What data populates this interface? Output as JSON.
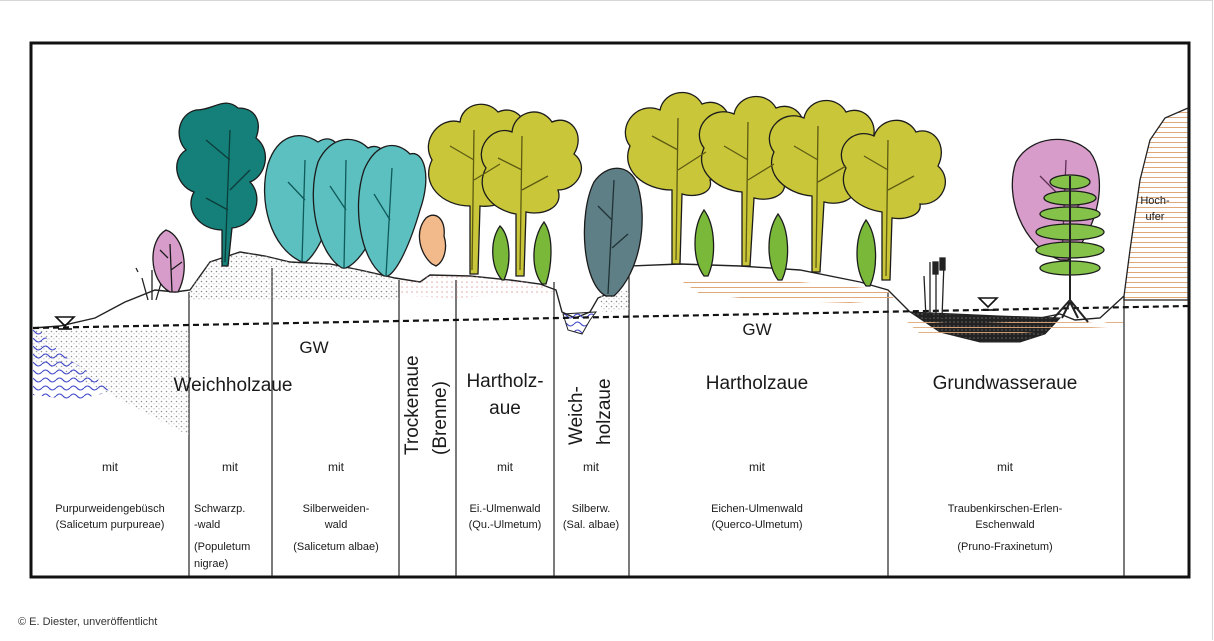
{
  "gw_label_1": "GW",
  "gw_label_2": "GW",
  "hochufer_line1": "Hoch-",
  "hochufer_line2": "ufer",
  "connector": "mit",
  "zones": [
    {
      "title": [
        "Weichholzaue"
      ],
      "community": [
        "Purpurweidengebüsch",
        "(Salicetum purpureae)"
      ]
    },
    {
      "title": [],
      "community": [
        "Schwarzp.",
        "-wald",
        "(Populetum",
        "nigrae)"
      ]
    },
    {
      "title": [],
      "community": [
        "Silberweiden-",
        "wald",
        "(Salicetum albae)"
      ]
    },
    {
      "title": [
        "Trockenaue",
        "(Brenne)"
      ],
      "community": []
    },
    {
      "title": [
        "Hartholz-",
        "aue"
      ],
      "community": [
        "Ei.-Ulmenwald",
        "(Qu.-Ulmetum)"
      ]
    },
    {
      "title": [
        "Weich-",
        "holzaue"
      ],
      "community": [
        "Silberw.",
        "(Sal. albae)"
      ]
    },
    {
      "title": [
        "Hartholzaue"
      ],
      "community": [
        "Eichen-Ulmenwald",
        "(Querco-Ulmetum)"
      ]
    },
    {
      "title": [
        "Grundwasseraue"
      ],
      "community": [
        "Traubenkirschen-Erlen-",
        "Eschenwald",
        "(Pruno-Fraxinetum)"
      ]
    }
  ],
  "credit": "© E. Diester, unveröffentlicht",
  "colors": {
    "willow_dark": "#15807a",
    "willow_light": "#5cc0c0",
    "oak": "#c9c63a",
    "elm": "#7ab83a",
    "cherry": "#d89ccb",
    "ash": "#84c24a",
    "grey_willow": "#5f7f86",
    "brenne_shrub": "#f2b98a",
    "water": "#3f47c8",
    "sand": "#bdbdbd",
    "hochufer": "#e8b890"
  }
}
